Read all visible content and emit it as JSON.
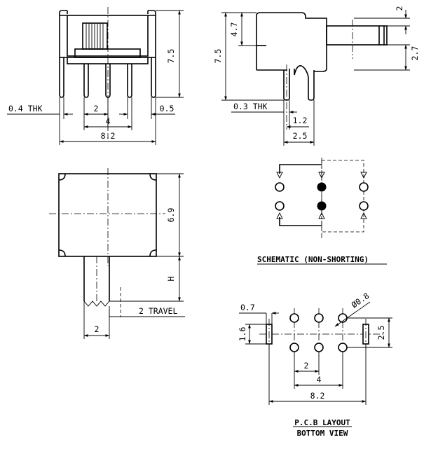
{
  "front_view": {
    "thk_label": "0.4 THK",
    "dim_pitch": "2",
    "dim_span": "4",
    "dim_pin": "0.5",
    "dim_width": "8.2",
    "dim_height": "7.5"
  },
  "side_view": {
    "dim_height": "7.5",
    "dim_body": "4.7",
    "dim_top": "2",
    "dim_actuator": "2.7",
    "thk_label": "0.3 THK",
    "dim_lead": "1.2",
    "dim_span": "2.5"
  },
  "top_view": {
    "dim_height": "6.9",
    "dim_h": "H",
    "travel_label": "2 TRAVEL",
    "dim_actuator": "2"
  },
  "schematic": {
    "caption": "SCHEMATIC (NON-SHORTING)"
  },
  "pcb_layout": {
    "dim_offset": "0.7",
    "dim_hole": "Ø0.8",
    "dim_slot": "1.6",
    "dim_rows": "2.5",
    "dim_pitch": "2",
    "dim_span": "4",
    "dim_width": "8.2",
    "caption_line1": "P.C.B LAYOUT",
    "caption_line2": "BOTTOM VIEW"
  }
}
